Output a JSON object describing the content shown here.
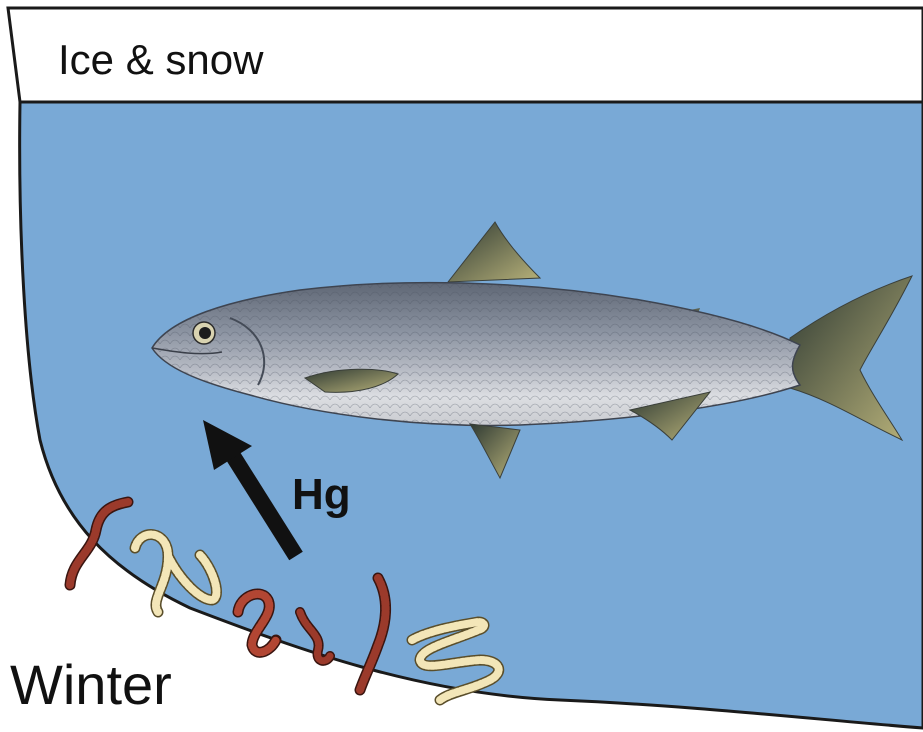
{
  "diagram": {
    "ice_label": "Ice & snow",
    "flux_label": "Hg",
    "season_label": "Winter"
  },
  "colors": {
    "water": "#79A9D6",
    "ice": "#FFFFFF",
    "outline": "#1A1A1A",
    "arrow": "#111111",
    "worm_red": "#9B3A2B",
    "worm_pale": "#F3E6B8",
    "fish_back": "#7F8796",
    "fish_belly": "#D6D8DC"
  },
  "icons": {
    "fish": "whitefish-illustration",
    "worms": "benthic-invertebrate-illustrations",
    "arrow": "upward-flux-arrow"
  }
}
